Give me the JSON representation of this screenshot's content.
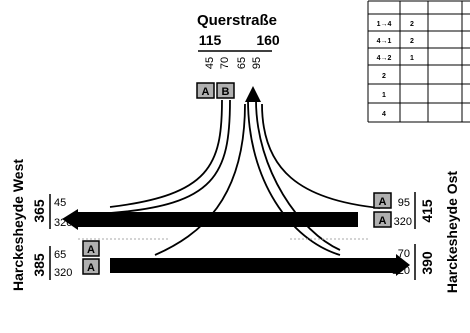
{
  "roads": {
    "north": "Querstraße",
    "west": "Harckesheyde West",
    "east": "Harckesheyde Ost"
  },
  "north_approach": {
    "total_in": "115",
    "total_out": "160",
    "lane_volumes": [
      "45",
      "70",
      "65",
      "95"
    ],
    "signal_groups": [
      "A",
      "B"
    ]
  },
  "west_approach": {
    "total_upper": "365",
    "upper_volumes": [
      "45",
      "320"
    ],
    "total_lower": "385",
    "lower_volumes": [
      "65",
      "320"
    ],
    "signal_groups": [
      "A",
      "A"
    ]
  },
  "east_approach": {
    "total_upper": "415",
    "upper_volumes": [
      "95",
      "320"
    ],
    "total_lower": "390",
    "lower_volumes": [
      "70",
      "320"
    ],
    "signal_groups": [
      "A",
      "A"
    ]
  },
  "phase_table": {
    "rows": [
      [
        "1→4",
        "2",
        ""
      ],
      [
        "4→1",
        "2",
        ""
      ],
      [
        "4→2",
        "1",
        ""
      ],
      [
        "2",
        "",
        ""
      ],
      [
        "1",
        "",
        ""
      ],
      [
        "4",
        "",
        ""
      ]
    ]
  },
  "colors": {
    "stream": "#000000",
    "signal_fill": "#b0b0b0"
  }
}
